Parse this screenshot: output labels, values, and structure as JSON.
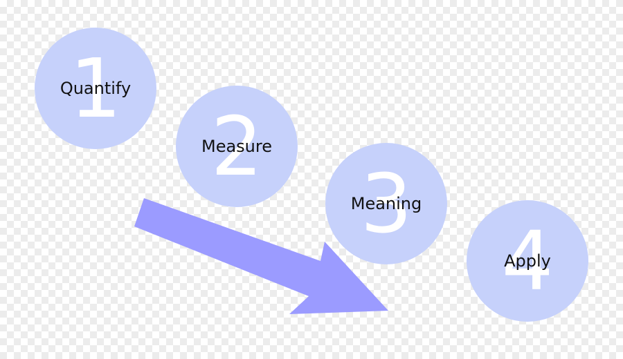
{
  "steps": [
    {
      "number": "1",
      "label": "Quantify"
    },
    {
      "number": "2",
      "label": "Measure"
    },
    {
      "number": "3",
      "label": "Meaning"
    },
    {
      "number": "4",
      "label": "Apply"
    }
  ],
  "colors": {
    "circle": "#c6d1fb",
    "arrow": "#9b9bff",
    "number": "#ffffff",
    "label": "#111111"
  }
}
